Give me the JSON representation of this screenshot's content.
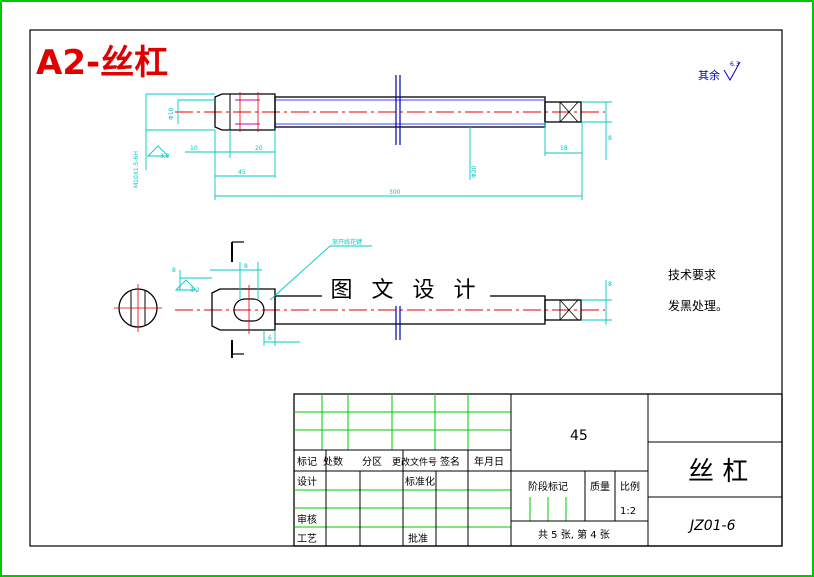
{
  "title_label": "A2-丝杠",
  "surface_finish_note": "其余",
  "surface_finish_value": "6.3",
  "watermark_text": "图 文 设 计",
  "tech_requirements": {
    "heading": "技术要求",
    "line1": "发黑处理。"
  },
  "section_note": "渐开线花键",
  "dimensions": {
    "d10": "10",
    "d20": "20",
    "d45": "45",
    "d300": "300",
    "d18": "18",
    "d8a": "8",
    "d8b": "8",
    "d8c": "8",
    "d8d": "8",
    "d6": "6",
    "roughness_a": "3.2",
    "roughness_b": "3.2",
    "thread": "M10X1.5-6H",
    "shaft_dia": "Φ20",
    "left_dia": "Φ10"
  },
  "title_block": {
    "material": "45",
    "part_name": "丝  杠",
    "drawing_number": "JZ01-6",
    "scale_label": "比例",
    "scale_value": "1:2",
    "stage_label": "阶段标记",
    "weight_label": "质量",
    "sheet_info": "共 5 张, 第 4 张",
    "rev_headers": [
      "标记",
      "处数",
      "分区",
      "更改文件号",
      "签名",
      "年月日"
    ],
    "design_label": "设计",
    "standard_label": "标准化",
    "review_label": "审核",
    "process_label": "工艺",
    "approve_label": "批准"
  },
  "colors": {
    "border": "#00c800",
    "outline": "#000000",
    "dimension": "#00c8c8",
    "centerline": "#e00000",
    "hidden": "#c800c8",
    "title_text": "#e00000",
    "shaft_body": "#0000ff"
  }
}
